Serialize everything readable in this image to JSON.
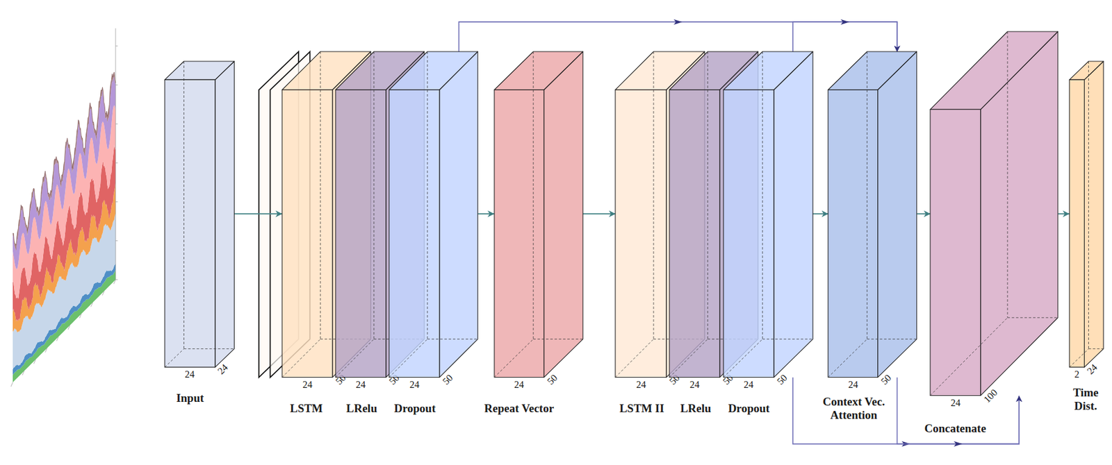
{
  "diagram": {
    "nodes": [
      {
        "text": [
          "24",
          "24",
          "Input"
        ]
      },
      {
        "text": [
          "24",
          "50",
          "LSTM"
        ]
      },
      {
        "text": [
          "24",
          "50",
          "LRelu"
        ]
      },
      {
        "text": [
          "24",
          "50",
          "Dropout"
        ]
      },
      {
        "text": [
          "24",
          "50",
          "Repeat Vector"
        ]
      },
      {
        "text": [
          "24",
          "50",
          "LSTM II"
        ]
      },
      {
        "text": [
          "24",
          "50",
          "LRelu"
        ]
      },
      {
        "text": [
          "24",
          "50",
          "Dropout"
        ]
      },
      {
        "text": [
          "24",
          "50",
          "Context Vec. Attention"
        ]
      },
      {
        "text": [
          "24",
          "100",
          "Concatenate"
        ]
      },
      {
        "text": [
          "2",
          "24",
          "Time Dist."
        ]
      }
    ],
    "edges": [
      {
        "from": 0,
        "to": 1,
        "arrow": "to"
      },
      {
        "from": 3,
        "to": 4,
        "arrow": "to"
      },
      {
        "from": 4,
        "to": 5,
        "arrow": "to"
      },
      {
        "from": 7,
        "to": 8,
        "arrow": "to"
      },
      {
        "from": 8,
        "to": 9,
        "arrow": "to"
      },
      {
        "from": 9,
        "to": 10,
        "arrow": "to"
      },
      {
        "from": 3,
        "to": 8,
        "arrow": "to"
      },
      {
        "from": 7,
        "to": 8,
        "arrow": "to"
      },
      {
        "from": 7,
        "to": 9,
        "arrow": "to"
      },
      {
        "from": 8,
        "to": 9,
        "arrow": "to"
      }
    ]
  }
}
